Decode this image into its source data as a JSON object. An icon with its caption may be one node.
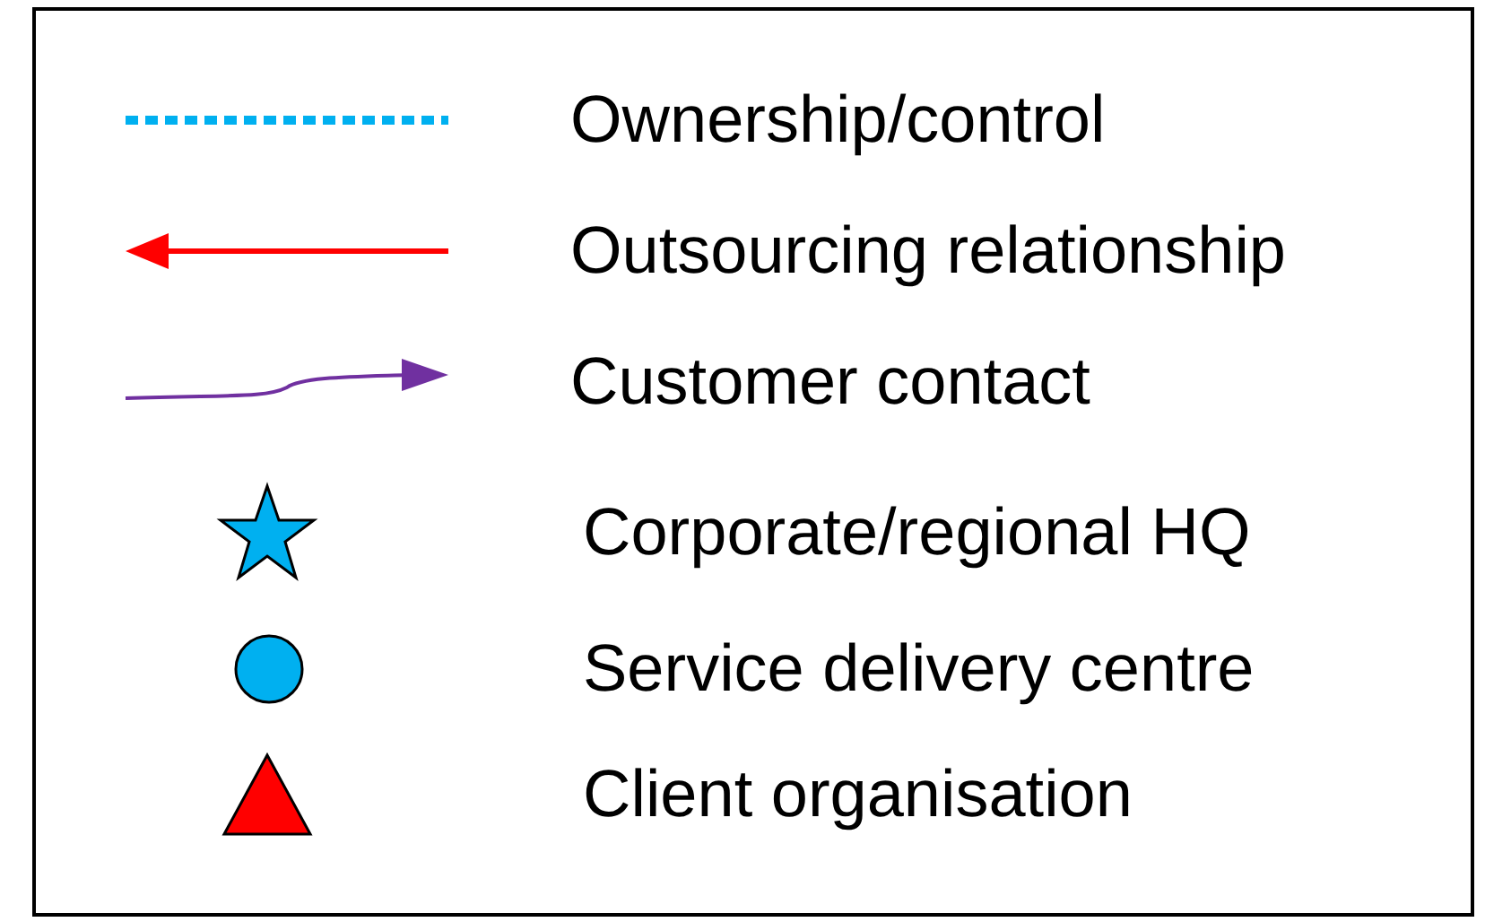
{
  "diagram": {
    "legend": [
      {
        "text": "Ownership/control"
      },
      {
        "text": "Outsourcing relationship"
      },
      {
        "text": "Customer contact"
      },
      {
        "text": "Corporate/regional HQ"
      },
      {
        "text": "Service delivery centre"
      },
      {
        "text": "Client organisation"
      }
    ]
  }
}
